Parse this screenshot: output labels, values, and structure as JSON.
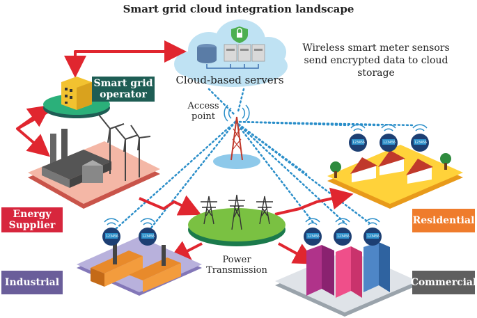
{
  "title": "Smart grid cloud integration landscape",
  "cloud": {
    "label": "Cloud-based servers",
    "icon": "lock-icon"
  },
  "note": "Wireless smart meter sensors send encrypted data to cloud storage",
  "access_point": "Access point",
  "power_transmission": "Power Transmission",
  "meter_reading": "123456",
  "tags": {
    "operator": "Smart grid operator",
    "supplier": "Energy Supplier",
    "residential": "Residential",
    "industrial": "Industrial",
    "commercial": "Commercial"
  },
  "colors": {
    "arrow": "#e0262f",
    "dotted": "#2a8ec9",
    "operator_tag": "#1e5d54",
    "supplier_tag": "#d7263d",
    "industrial_tag": "#6a5e9a",
    "residential_tag": "#ef7c2c",
    "commercial_tag": "#5f5f5f"
  }
}
